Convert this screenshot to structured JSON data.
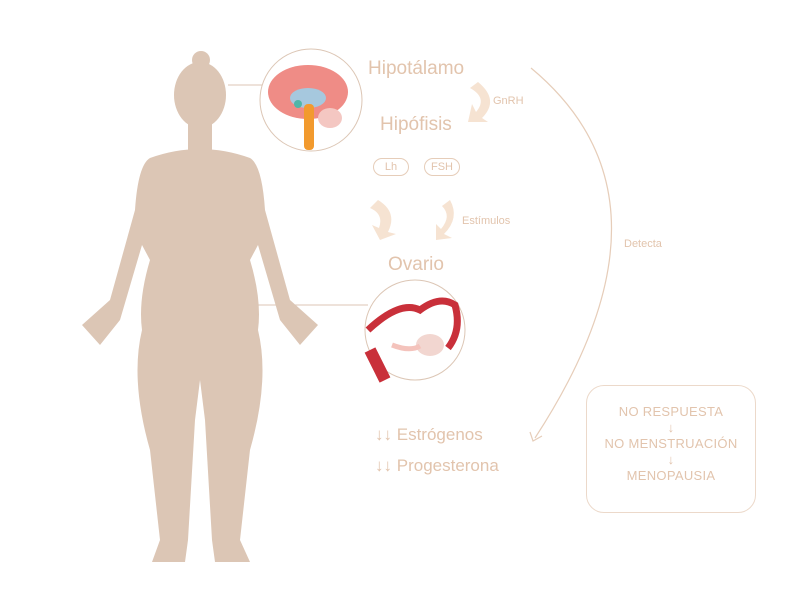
{
  "labels": {
    "hypothalamus": "Hipotálamo",
    "gnrh": "GnRH",
    "pituitary": "Hipófisis",
    "lh": "Lh",
    "fsh": "FSH",
    "stimuli": "Estímulos",
    "ovary": "Ovario",
    "detects": "Detecta",
    "estrogen": "Estrógenos",
    "progesterone": "Progesterona",
    "decrease_symbol": "↓↓"
  },
  "box": {
    "line1": "NO RESPUESTA",
    "line2": "NO MENSTRUACIÓN",
    "line3": "MENOPAUSIA",
    "arrow": "↓"
  },
  "colors": {
    "text": "#e2c4ad",
    "silhouette": "#dcc6b5",
    "arrow": "#f6e3d2"
  }
}
